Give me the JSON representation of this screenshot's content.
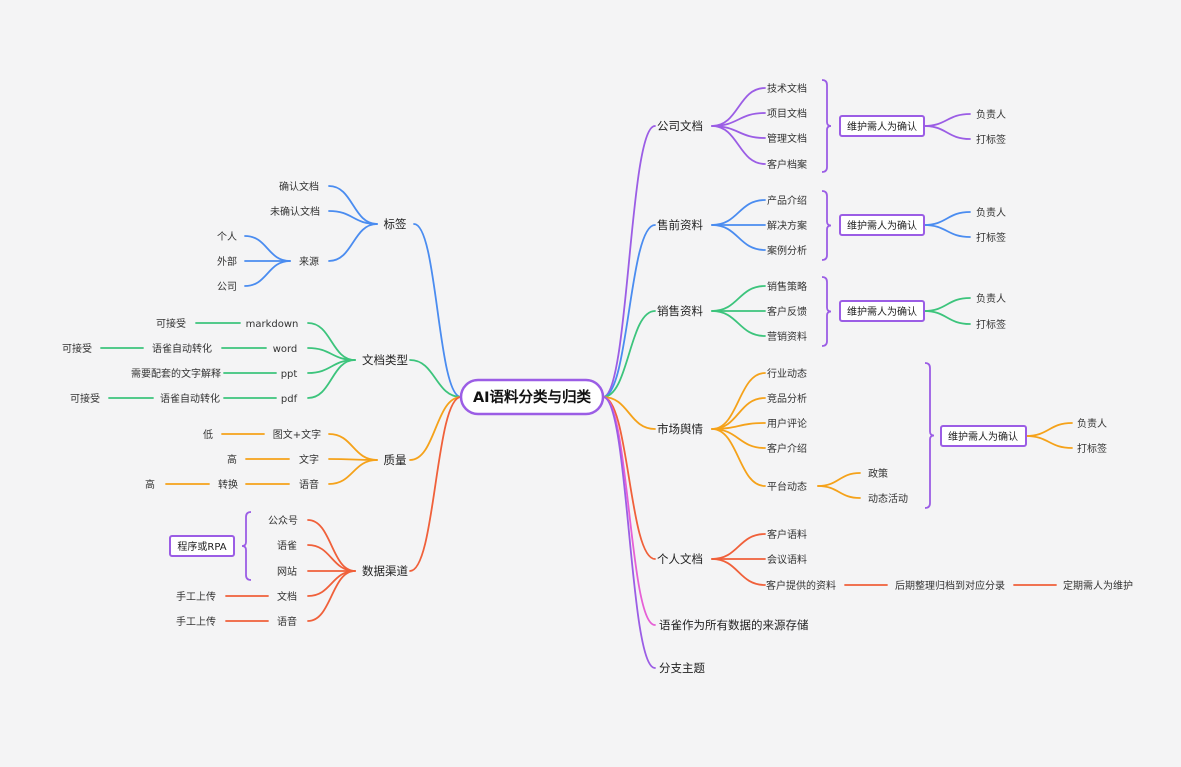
{
  "root": "AI语料分类与归类",
  "colors": {
    "purple": "#9b5de5",
    "blue": "#4a8cf0",
    "green": "#3cc47c",
    "orange": "#f5a21a",
    "red": "#f0603a",
    "pink": "#e65fd6",
    "box_border": "#9b5de5"
  },
  "left": {
    "tags": {
      "label": "标签",
      "confirmed": "确认文档",
      "unconfirmed": "未确认文档",
      "source": {
        "label": "来源",
        "items": [
          "个人",
          "外部",
          "公司"
        ]
      }
    },
    "doc_types": {
      "label": "文档类型",
      "markdown": {
        "label": "markdown",
        "chain": [
          "可接受"
        ]
      },
      "word": {
        "label": "word",
        "chain": [
          "语雀自动转化",
          "可接受"
        ]
      },
      "ppt": {
        "label": "ppt",
        "chain": [
          "需要配套的文字解释"
        ]
      },
      "pdf": {
        "label": "pdf",
        "chain": [
          "语雀自动转化",
          "可接受"
        ]
      }
    },
    "quality": {
      "label": "质量",
      "img_text": {
        "label": "图文+文字",
        "chain": [
          "低"
        ]
      },
      "text": {
        "label": "文字",
        "chain": [
          "高"
        ]
      },
      "voice": {
        "label": "语音",
        "chain": [
          "转换",
          "高"
        ]
      }
    },
    "channels": {
      "label": "数据渠道",
      "items": [
        "公众号",
        "语雀",
        "网站",
        "文档",
        "语音"
      ],
      "rpa_box": "程序或RPA",
      "manual": "手工上传"
    }
  },
  "right": {
    "company_docs": {
      "label": "公司文档",
      "items": [
        "技术文档",
        "项目文档",
        "管理文档",
        "客户档案"
      ],
      "box": "维护需人为确认",
      "box_items": [
        "负责人",
        "打标签"
      ]
    },
    "presales": {
      "label": "售前资料",
      "items": [
        "产品介绍",
        "解决方案",
        "案例分析"
      ],
      "box": "维护需人为确认",
      "box_items": [
        "负责人",
        "打标签"
      ]
    },
    "sales": {
      "label": "销售资料",
      "items": [
        "销售策略",
        "客户反馈",
        "营销资料"
      ],
      "box": "维护需人为确认",
      "box_items": [
        "负责人",
        "打标签"
      ]
    },
    "market": {
      "label": "市场舆情",
      "items": [
        "行业动态",
        "竞品分析",
        "用户评论",
        "客户介绍"
      ],
      "platform": {
        "label": "平台动态",
        "items": [
          "政策",
          "动态活动"
        ]
      },
      "box": "维护需人为确认",
      "box_items": [
        "负责人",
        "打标签"
      ]
    },
    "personal": {
      "label": "个人文档",
      "items": [
        "客户语料",
        "会议语料",
        "客户提供的资料"
      ],
      "chain": [
        "后期整理归档到对应分录",
        "定期需人为维护"
      ]
    },
    "yuque_store": {
      "label": "语雀作为所有数据的来源存储"
    },
    "branch_topic": {
      "label": "分支主题"
    }
  }
}
